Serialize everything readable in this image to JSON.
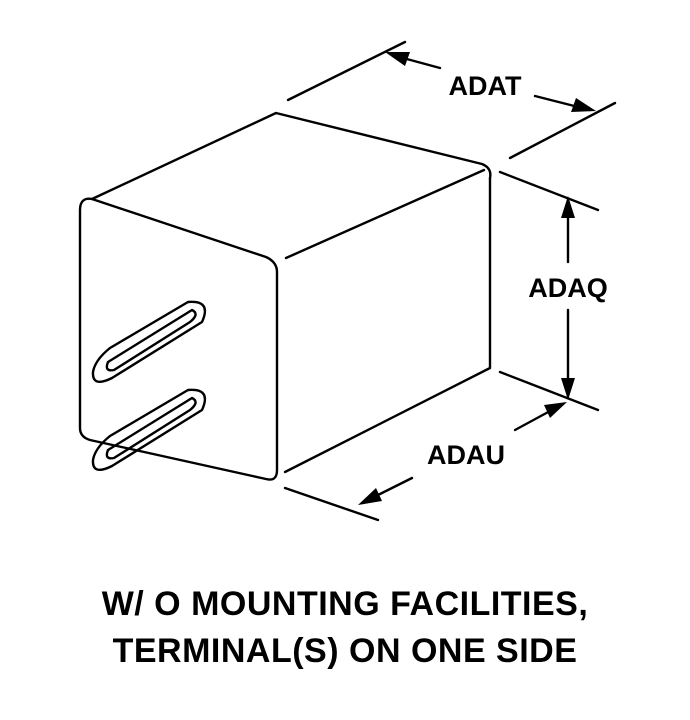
{
  "dimensions": {
    "width_label": "ADAT",
    "height_label": "ADAQ",
    "length_label": "ADAU"
  },
  "caption": {
    "line1": "W/ O MOUNTING FACILITIES,",
    "line2": "TERMINAL(S) ON ONE SIDE"
  }
}
